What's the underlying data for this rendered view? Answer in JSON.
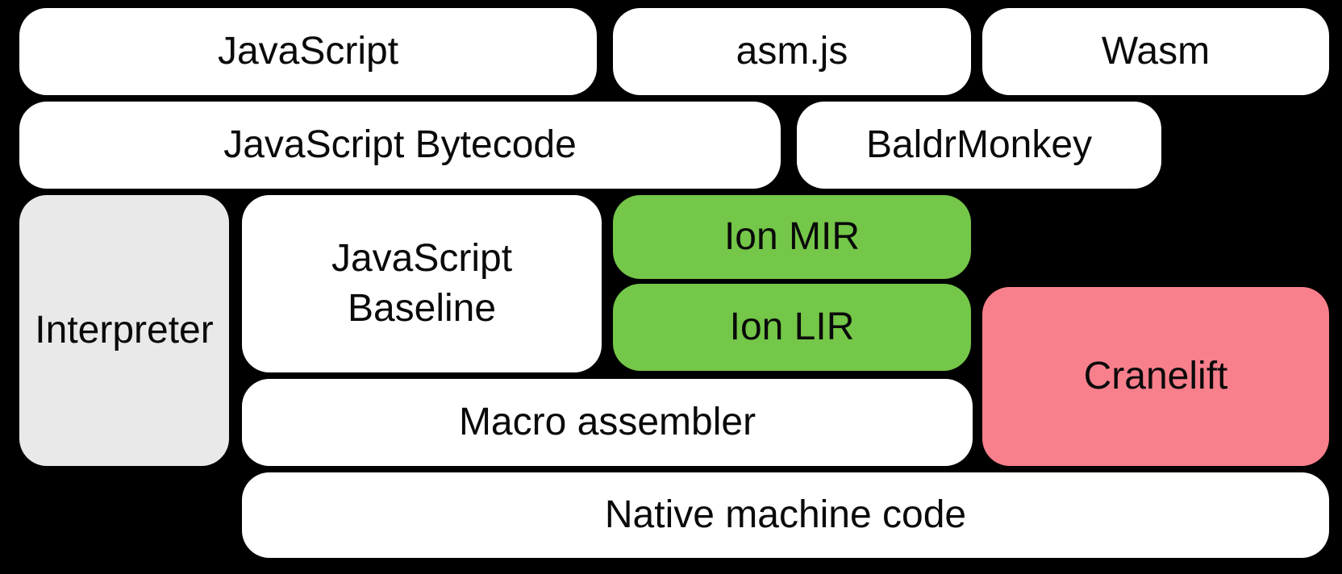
{
  "canvas": {
    "background": "#000000",
    "text_color": "#0a0a0a"
  },
  "palette": {
    "box_white": "#ffffff",
    "box_gray": "#e9e9e9",
    "box_green": "#74c748",
    "box_pink": "#f87f8c"
  },
  "nodes": {
    "javascript": {
      "label": "JavaScript",
      "fill": "#ffffff"
    },
    "asmjs": {
      "label": "asm.js",
      "fill": "#ffffff"
    },
    "wasm": {
      "label": "Wasm",
      "fill": "#ffffff"
    },
    "javascript_bytecode": {
      "label": "JavaScript Bytecode",
      "fill": "#ffffff"
    },
    "baldrmonkey": {
      "label": "BaldrMonkey",
      "fill": "#ffffff"
    },
    "interpreter": {
      "label": "Interpreter",
      "fill": "#e9e9e9"
    },
    "javascript_baseline": {
      "label": "JavaScript Baseline",
      "fill": "#ffffff"
    },
    "ion_mir": {
      "label": "Ion MIR",
      "fill": "#74c748"
    },
    "ion_lir": {
      "label": "Ion LIR",
      "fill": "#74c748"
    },
    "cranelift": {
      "label": "Cranelift",
      "fill": "#f87f8c"
    },
    "macro_assembler": {
      "label": "Macro assembler",
      "fill": "#ffffff"
    },
    "native_machine_code": {
      "label": "Native machine code",
      "fill": "#ffffff"
    }
  }
}
